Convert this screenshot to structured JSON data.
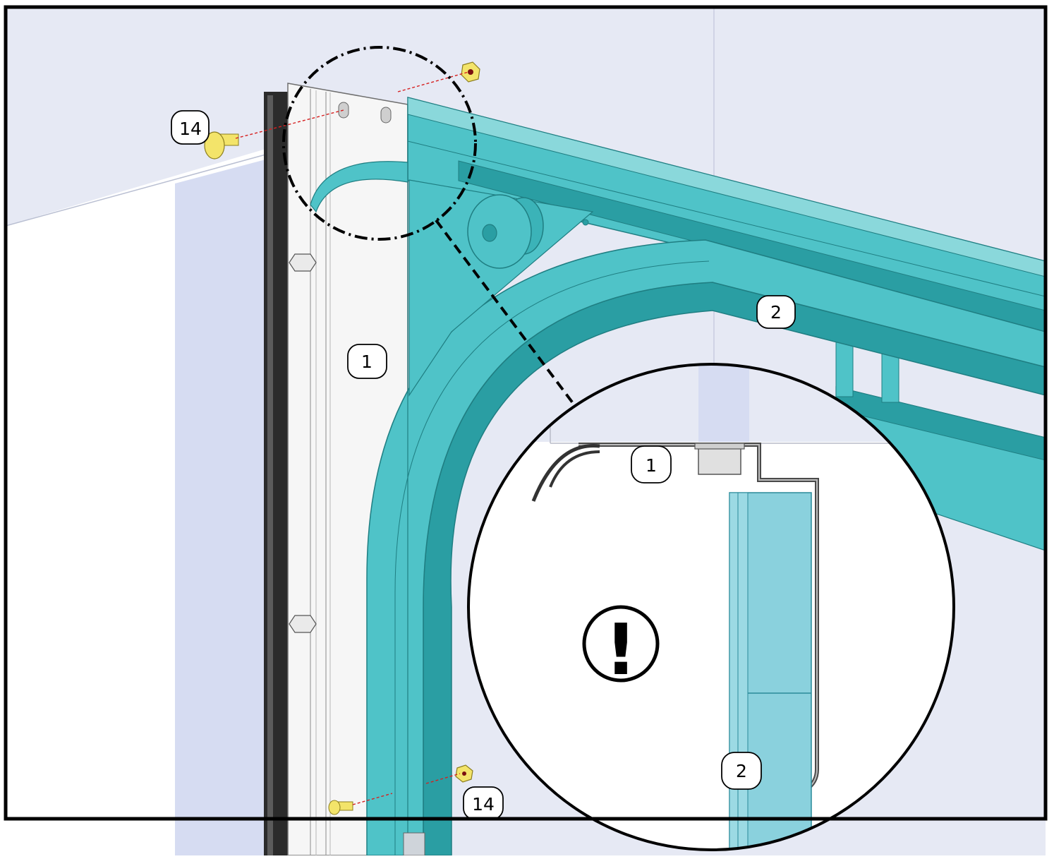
{
  "callouts": {
    "fastener_top": "14",
    "fastener_bottom": "14",
    "part_1_main": "1",
    "part_2_main": "2",
    "part_1_detail": "1",
    "part_2_detail": "2"
  },
  "warning_symbol": "!",
  "colors": {
    "track": "#4fc3c8",
    "track_dark": "#2a9ea3",
    "track_light": "#8ad8db",
    "wall": "#e6e9f4",
    "wall_shade": "#d5dbef",
    "bolt": "#f3e46a",
    "leader": "#d62020",
    "frame": "#000000"
  }
}
